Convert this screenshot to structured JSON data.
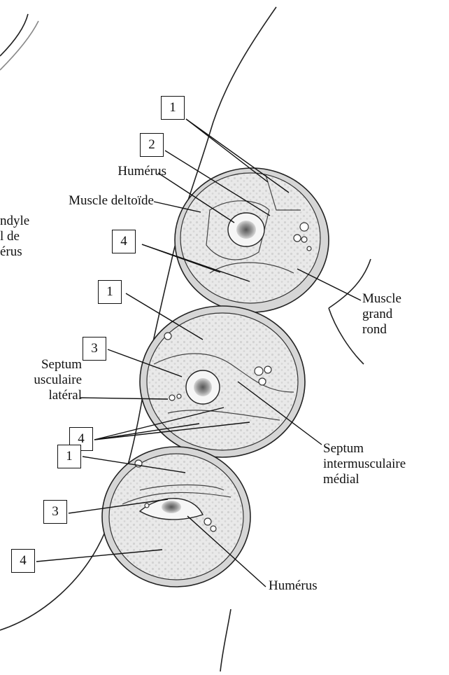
{
  "labels": {
    "humerus_top": "Humérus",
    "deltoid": "Muscle deltoïde",
    "epicondyle": "ndyle\nl de\nérus",
    "teres_major": "Muscle\ngrand\nrond",
    "septum_lateral": "Septum\nusculaire\nlatéral",
    "septum_medial": "Septum\nintermusculaire\nmédial",
    "humerus_bottom": "Humérus"
  },
  "markers": {
    "top_1": "1",
    "top_2": "2",
    "top_4": "4",
    "mid_1": "1",
    "mid_3": "3",
    "bottom_4a": "4",
    "low_1": "1",
    "low_3": "3",
    "low_4": "4"
  },
  "colors": {
    "ink": "#111111",
    "tissue": "#e6e6e6",
    "bone": "#f4f4f4",
    "marrow": "#8a8a8a",
    "skin": "#d9d9d9"
  }
}
